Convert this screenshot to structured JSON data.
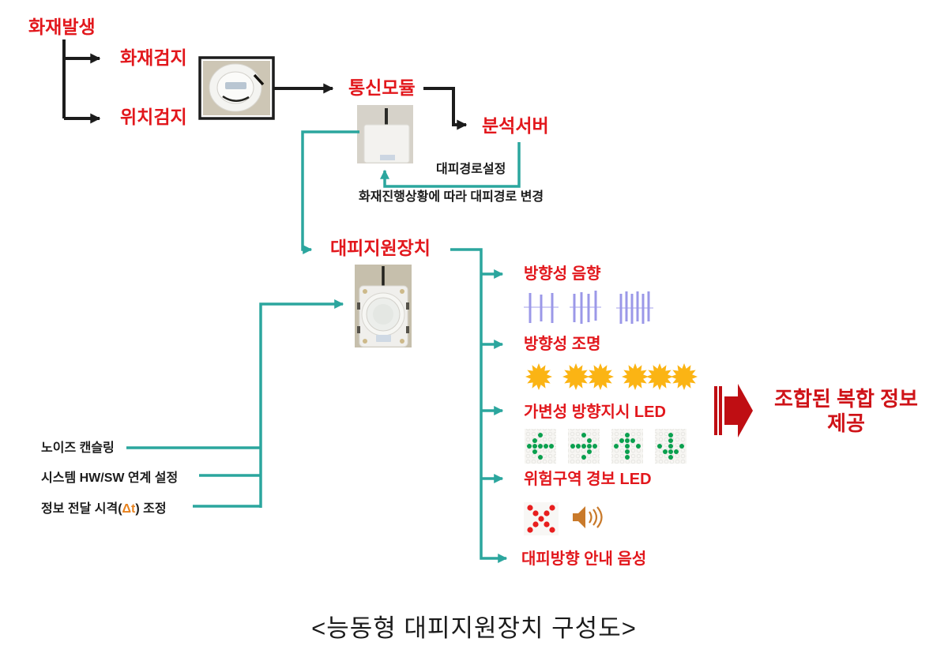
{
  "caption": "<능동형 대피지원장치 구성도>",
  "nodes": {
    "fire_occurrence": "화재발생",
    "fire_detection": "화재검지",
    "location_detection": "위치검지",
    "communication_module": "통신모듈",
    "analysis_server": "분석서버",
    "evacuation_device": "대피지원장치"
  },
  "feedback": {
    "route_setting": "대피경로설정",
    "route_change": "화재진행상황에 따라 대피경로 변경"
  },
  "outputs": [
    "방향성 음향",
    "방향성 조명",
    "가변성 방향지시 LED",
    "위험구역 경보 LED",
    "대피방향 안내 음성"
  ],
  "configs": {
    "noise_cancelling": "노이즈 캔슬링",
    "hw_sw_linkage": "시스템 HW/SW 연계 설정",
    "interval_prefix": "정보 전달 시격(",
    "interval_delta": "Δt",
    "interval_suffix": ") 조정"
  },
  "result": {
    "line1": "조합된 복합 정보",
    "line2": "제공"
  },
  "colors": {
    "red_text": "#e2171c",
    "black": "#1c1c1c",
    "teal_line": "#2ba69e",
    "purple_bars": "#9b98e8",
    "yellow_burst": "#fbb414",
    "green_led": "#0aa04e",
    "alert_led_red": "#e81e1e",
    "speaker_orange": "#c97a2b",
    "big_arrow_red": "#bf0e13",
    "delta_orange": "#e8821e"
  }
}
